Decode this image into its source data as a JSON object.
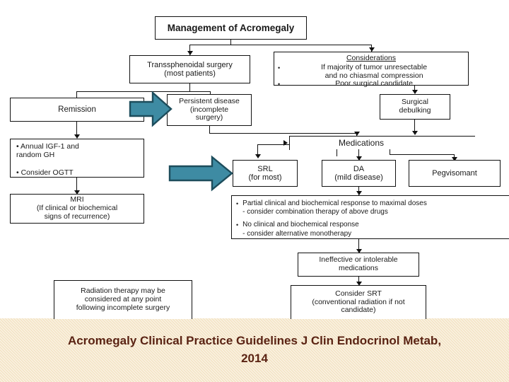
{
  "slide": {
    "caption": "Acromegaly Clinical Practice Guidelines J Clin Endocrinol Metab,\n2014",
    "banner_bg": "#f3e3c3",
    "caption_color": "#5a2313",
    "arrow_fill": "#3e8ba3",
    "arrow_stroke": "#1d4d5c"
  },
  "flowchart": {
    "title": "Management of Acromegaly",
    "nodes": {
      "transsphenoidal": "Transsphenoidal surgery\n(most patients)",
      "considerations_heading": "Considerations",
      "considerations_b1": "If majority of tumor unresectable\nand no chiasmal compression",
      "considerations_b2": "Poor surgical candidate",
      "remission": "Remission",
      "persistent_disease": "Persistent disease\n(incomplete\nsurgery)",
      "surgical_debulking": "Surgical\ndebulking",
      "followup_labs": "• Annual IGF-1 and\nrandom GH\n\n• Consider OGTT",
      "mri": "MRI\n(If clinical or biochemical\nsigns of recurrence)",
      "medications_label": "Medications",
      "srl": "SRL\n(for most)",
      "da": "DA\n(mild disease)",
      "pegvisomant": "Pegvisomant",
      "response_b1": "Partial clinical and biochemical response to maximal doses\n      -      consider combination therapy of above drugs",
      "response_b2": "No clinical and biochemical response\n      -      consider alternative monotherapy",
      "ineffective": "Ineffective or intolerable\nmedications",
      "consider_srt": "Consider SRT\n(conventional radiation if not\ncandidate)",
      "radiation_note": "Radiation therapy may be\nconsidered at any point\nfollowing incomplete surgery"
    },
    "bullet_glyph": "•"
  }
}
